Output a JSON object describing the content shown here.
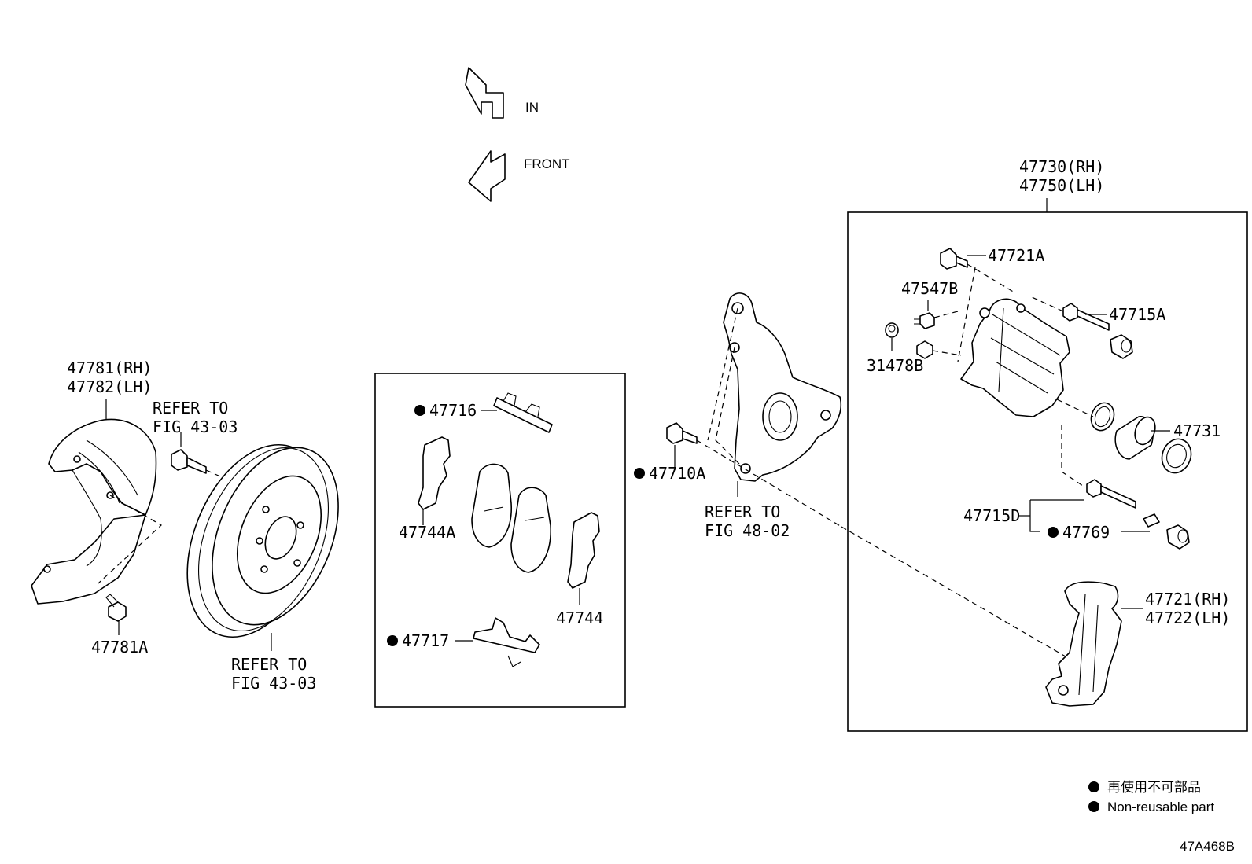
{
  "direction": {
    "in_label": "IN",
    "front_label": "FRONT"
  },
  "parts": {
    "p47781": "47781(RH)",
    "p47782": "47782(LH)",
    "p47781A": "47781A",
    "refer_a_1": "REFER TO",
    "refer_a_2": "FIG 43-03",
    "refer_b_1": "REFER TO",
    "refer_b_2": "FIG 43-03",
    "p47716": "47716",
    "p47744A": "47744A",
    "p47744": "47744",
    "p47717": "47717",
    "p47710A": "47710A",
    "refer_c_1": "REFER TO",
    "refer_c_2": "FIG 48-02",
    "p47730": "47730(RH)",
    "p47750": "47750(LH)",
    "p47721A": "47721A",
    "p47547B": "47547B",
    "p31478B": "31478B",
    "p47715A": "47715A",
    "p47731": "47731",
    "p47715D": "47715D",
    "p47769": "47769",
    "p47721": "47721(RH)",
    "p47722": "47722(LH)"
  },
  "legend": {
    "jp": "再使用不可部品",
    "en": "Non-reusable part"
  },
  "figure_code": "47A468B"
}
